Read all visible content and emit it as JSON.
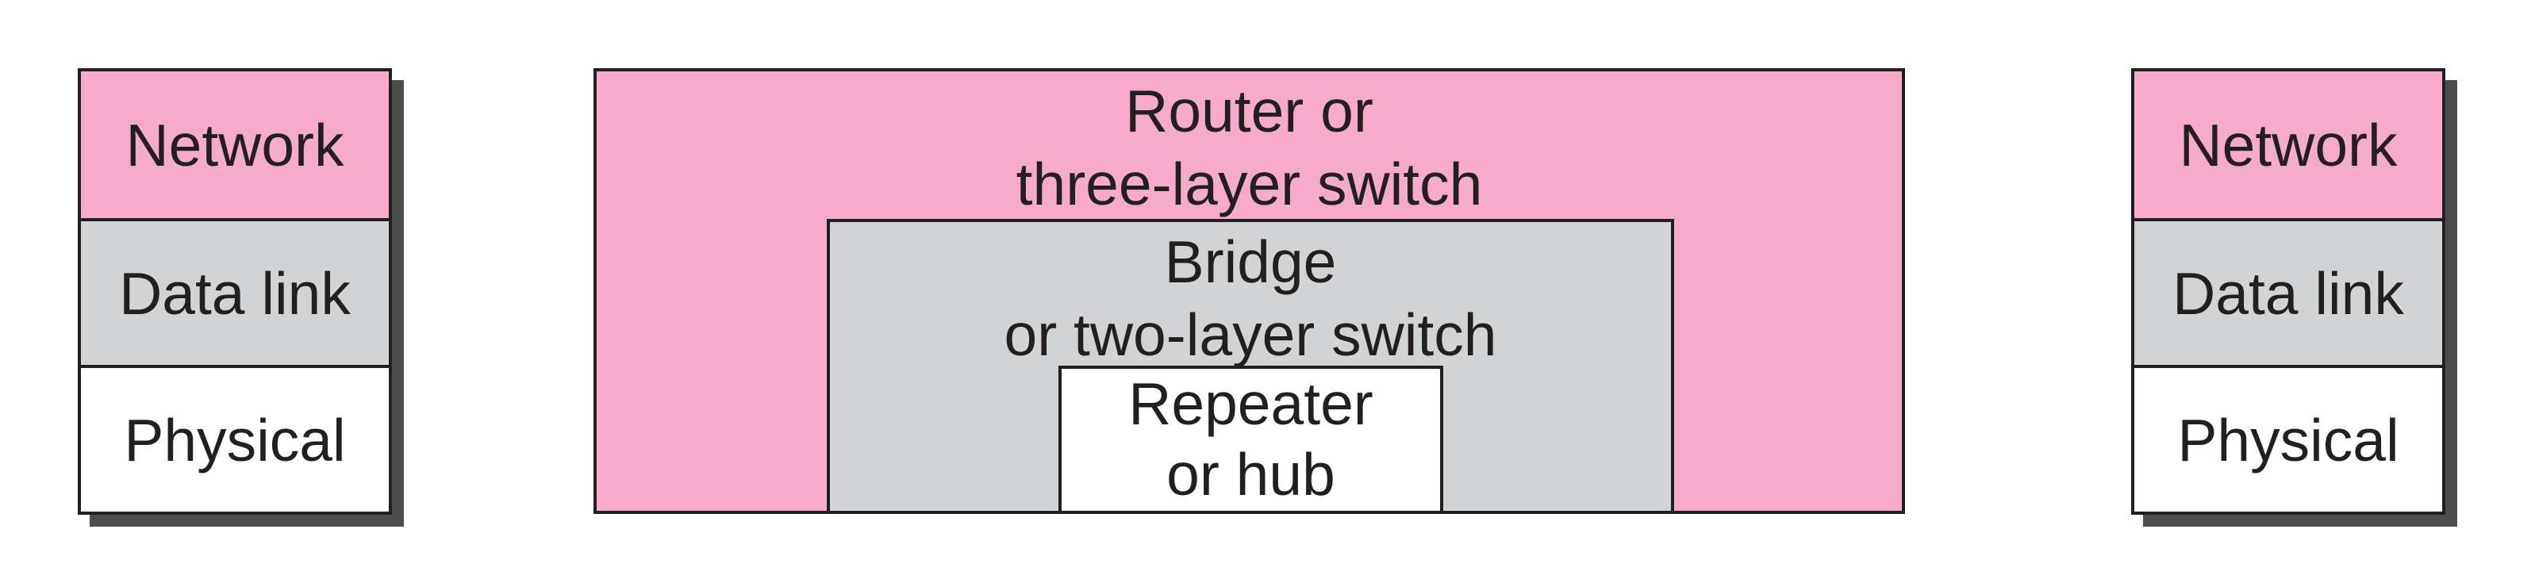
{
  "colors": {
    "network_layer": "#f5abc9",
    "data_link_layer": "#d1d3d4",
    "physical_layer": "#ffffff",
    "outline": "#231f20",
    "shadow": "#4d4d4f"
  },
  "left_stack": {
    "layers": [
      {
        "label": "Network"
      },
      {
        "label": "Data link"
      },
      {
        "label": "Physical"
      }
    ]
  },
  "right_stack": {
    "layers": [
      {
        "label": "Network"
      },
      {
        "label": "Data link"
      },
      {
        "label": "Physical"
      }
    ]
  },
  "devices": {
    "router": {
      "line1": "Router or",
      "line2": "three-layer switch"
    },
    "bridge": {
      "line1": "Bridge",
      "line2": "or two-layer switch"
    },
    "repeater": {
      "line1": "Repeater",
      "line2": "or hub"
    }
  }
}
